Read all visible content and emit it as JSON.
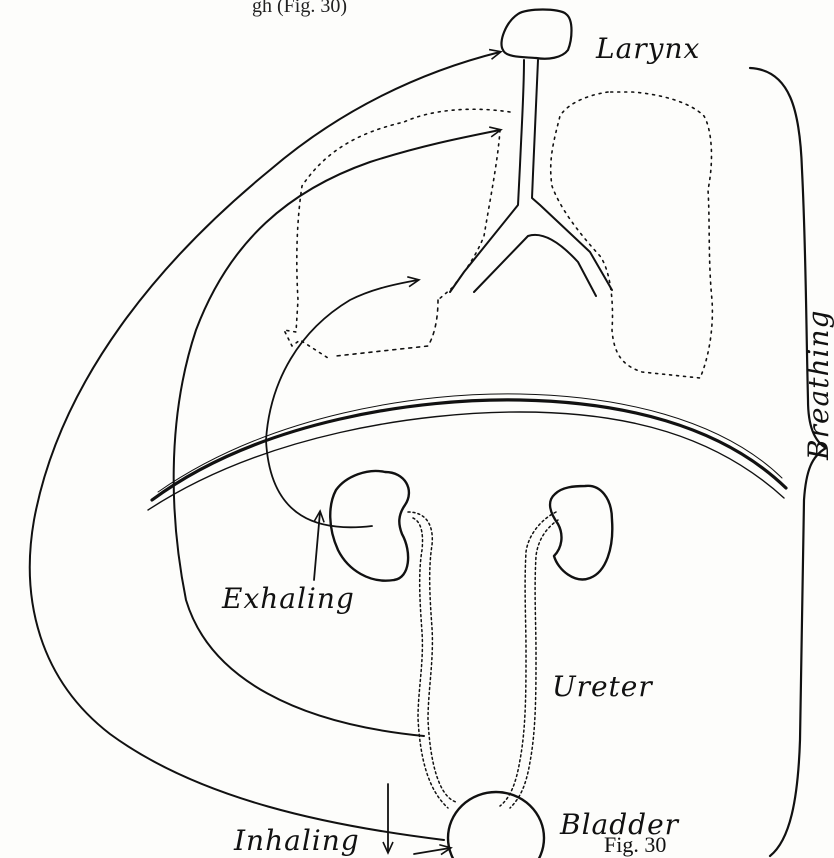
{
  "figure": {
    "top_caption_fragment": "gh (Fig. 30)",
    "caption": "Fig. 30"
  },
  "labels": {
    "larynx": "Larynx",
    "breathing": "Breathing",
    "exhaling": "Exhaling",
    "ureter": "Ureter",
    "bladder": "Bladder",
    "inhaling": "Inhaling"
  },
  "colors": {
    "ink": "#111111",
    "paper": "#fdfdfb"
  }
}
